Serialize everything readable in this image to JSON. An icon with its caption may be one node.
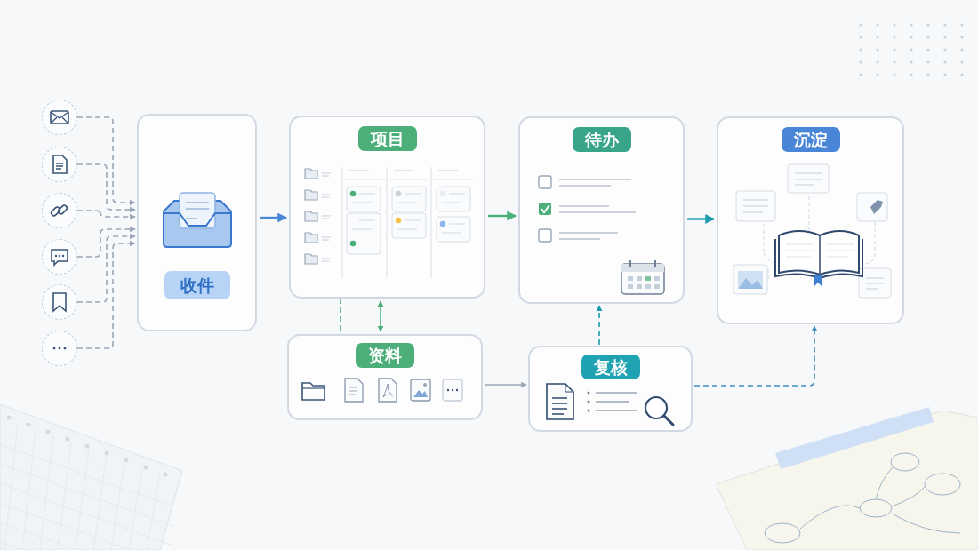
{
  "diagram": {
    "nodes": [
      {
        "text": [],
        "shape": "circle"
      },
      {
        "text": [],
        "shape": "circle"
      },
      {
        "text": [],
        "shape": "circle"
      },
      {
        "text": [],
        "shape": "circle"
      },
      {
        "text": [],
        "shape": "circle"
      },
      {
        "text": [],
        "shape": "circle"
      },
      {
        "text": [
          "收件"
        ]
      },
      {
        "text": [
          "项目"
        ]
      },
      {
        "text": [
          "待办"
        ]
      },
      {
        "text": [
          "沉淀"
        ]
      },
      {
        "text": [
          "资料"
        ]
      },
      {
        "text": [
          "复核"
        ]
      }
    ],
    "edges": [
      {
        "from": 0,
        "to": 6,
        "arrow": "to",
        "style": "dashed",
        "color": "#9aa7b8"
      },
      {
        "from": 1,
        "to": 6,
        "arrow": "to",
        "style": "dashed",
        "color": "#9aa7b8"
      },
      {
        "from": 2,
        "to": 6,
        "arrow": "to",
        "style": "dashed",
        "color": "#9aa7b8"
      },
      {
        "from": 3,
        "to": 6,
        "arrow": "to",
        "style": "dashed",
        "color": "#9aa7b8"
      },
      {
        "from": 4,
        "to": 6,
        "arrow": "to",
        "style": "dashed",
        "color": "#9aa7b8"
      },
      {
        "from": 5,
        "to": 6,
        "arrow": "to",
        "style": "dashed",
        "color": "#9aa7b8"
      },
      {
        "from": 6,
        "to": 7,
        "arrow": "to",
        "color": "#4a86d8"
      },
      {
        "from": 7,
        "to": 8,
        "arrow": "to",
        "color": "#4caf7a"
      },
      {
        "from": 8,
        "to": 9,
        "arrow": "to",
        "color": "#1f9bb0"
      },
      {
        "from": 7,
        "to": 10,
        "arrow": "both",
        "color": "#4caf7a"
      },
      {
        "from": 7,
        "to": 10,
        "arrow": "none",
        "style": "dashed",
        "color": "#4caf7a"
      },
      {
        "from": 10,
        "to": 11,
        "arrow": "to",
        "color": "#9aa7b8"
      },
      {
        "from": 11,
        "to": 8,
        "arrow": "to",
        "style": "dashed",
        "color": "#1f9bb0"
      },
      {
        "from": 11,
        "to": 9,
        "arrow": "to",
        "style": "dashed",
        "color": "#3f8fc0"
      }
    ]
  }
}
